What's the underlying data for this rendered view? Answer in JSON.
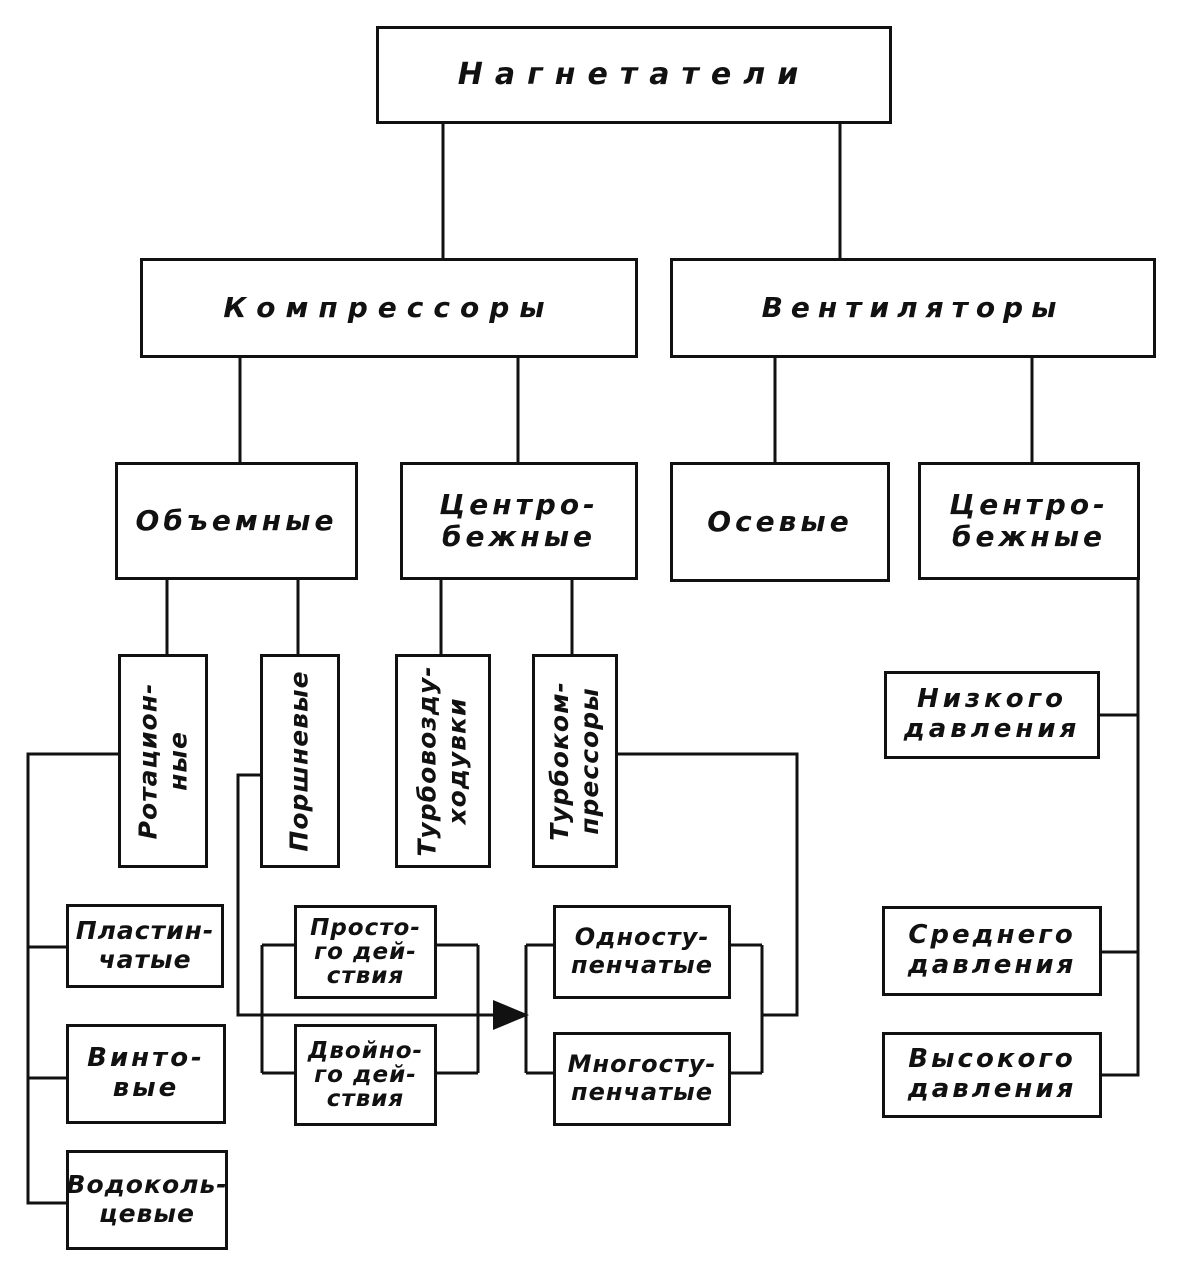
{
  "nodes": {
    "root": "Нагнетатели",
    "compressors": "Компрессоры",
    "fans": "Вентиляторы",
    "volumetric": "Объемные",
    "comp_centrifugal": "Центро-\nбежные",
    "axial": "Осевые",
    "fan_centrifugal": "Центро-\nбежные",
    "rotary": "Ротацион-\nные",
    "piston": "Поршневые",
    "turboblower": "Турбовозду-\nходувки",
    "turbocompressor": "Турбоком-\nпрессоры",
    "plate": "Пластин-\nчатые",
    "screw": "Винто-\nвые",
    "water_ring": "Водоколь-\nцевые",
    "single_acting": "Просто-\nго дей-\nствия",
    "double_acting": "Двойно-\nго дей-\nствия",
    "single_stage": "Односту-\nпенчатые",
    "multi_stage": "Многосту-\nпенчатые",
    "low_pressure": "Низкого\nдавления",
    "medium_pressure": "Среднего\nдавления",
    "high_pressure": "Высокого\nдавления"
  }
}
